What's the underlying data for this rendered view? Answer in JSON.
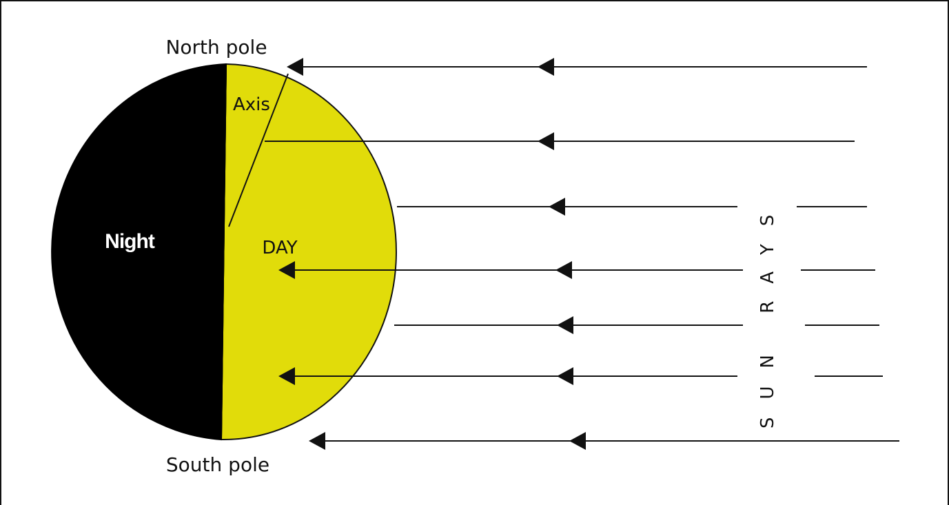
{
  "labels": {
    "north_pole": "North pole",
    "south_pole": "South pole",
    "axis": "Axis",
    "night": "Night",
    "day": "DAY",
    "sun_rays": "SUN RAYS"
  },
  "colors": {
    "night": "#000000",
    "day": "#e1dc0a",
    "stroke": "#111111",
    "background": "#ffffff"
  }
}
